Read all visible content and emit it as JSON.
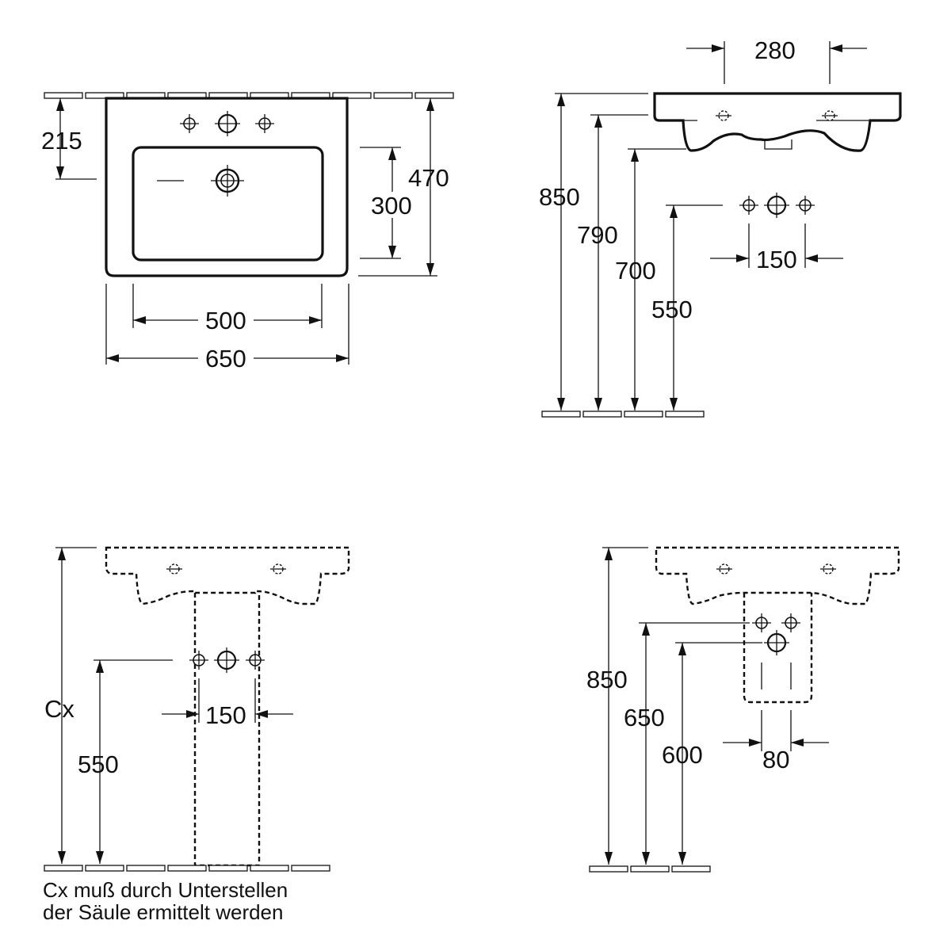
{
  "views": {
    "top": {
      "dim_width_inner": "500",
      "dim_width_outer": "650",
      "dim_tap_offset": "215",
      "dim_bowl_depth": "300",
      "dim_total_depth": "470"
    },
    "side": {
      "dim_tap_spacing": "280",
      "dim_h_rim": "850",
      "dim_h_underside": "790",
      "dim_h_bottom": "700",
      "dim_h_supply": "550",
      "dim_supply_spacing": "150"
    },
    "pedestal": {
      "dim_cx": "Cx",
      "dim_h_supply": "550",
      "dim_supply_spacing": "150",
      "note_line1": "Cx muß durch Unterstellen",
      "note_line2": "der Säule ermittelt werden"
    },
    "semi_pedestal": {
      "dim_h_rim": "850",
      "dim_h_supply": "650",
      "dim_h_waste": "600",
      "dim_waste_spacing": "80"
    }
  }
}
